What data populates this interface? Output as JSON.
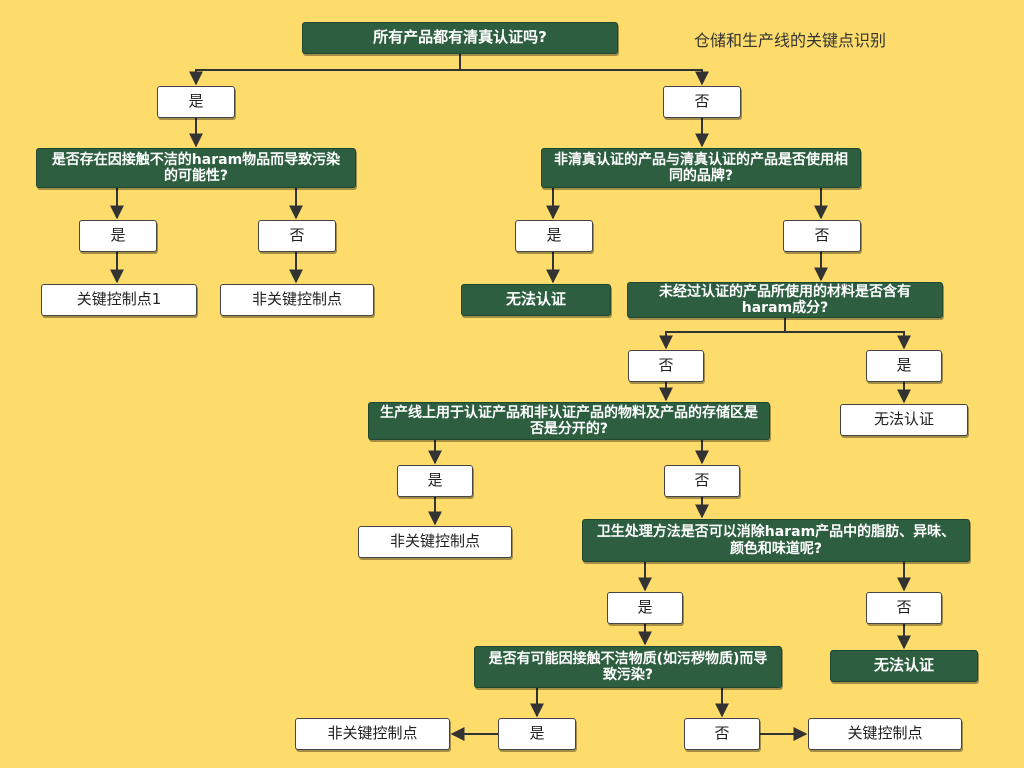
{
  "title": "仓储和生产线的关键点识别",
  "nodes": {
    "q1": "所有产品都有清真认证吗?",
    "a_yes_1": "是",
    "a_no_1": "否",
    "q2": "是否存在因接触不洁的haram物品而导致污染的可能性?",
    "a_yes_2": "是",
    "a_no_2": "否",
    "r_ccp1": "关键控制点1",
    "r_nonccp_1": "非关键控制点",
    "q3": "非清真认证的产品与清真认证的产品是否使用相同的品牌?",
    "a_yes_3": "是",
    "a_no_3": "否",
    "r_nocert_1": "无法认证",
    "q4": "未经过认证的产品所使用的材料是否含有haram成分?",
    "a_no_4": "否",
    "a_yes_4": "是",
    "r_nocert_2": "无法认证",
    "q5": "生产线上用于认证产品和非认证产品的物料及产品的存储区是否是分开的?",
    "a_yes_5": "是",
    "a_no_5": "否",
    "r_nonccp_2": "非关键控制点",
    "q6": "卫生处理方法是否可以消除haram产品中的脂肪、异味、颜色和味道呢?",
    "a_yes_6": "是",
    "a_no_6": "否",
    "r_nocert_3": "无法认证",
    "q7": "是否有可能因接触不洁物质(如污秽物质)而导致污染?",
    "a_yes_7": "是",
    "a_no_7": "否",
    "r_nonccp_3": "非关键控制点",
    "r_ccp2": "关键控制点"
  },
  "colors": {
    "background": "#fddc6c",
    "question_fill": "#2c5e3f",
    "answer_fill": "#ffffff",
    "line": "#333333"
  }
}
